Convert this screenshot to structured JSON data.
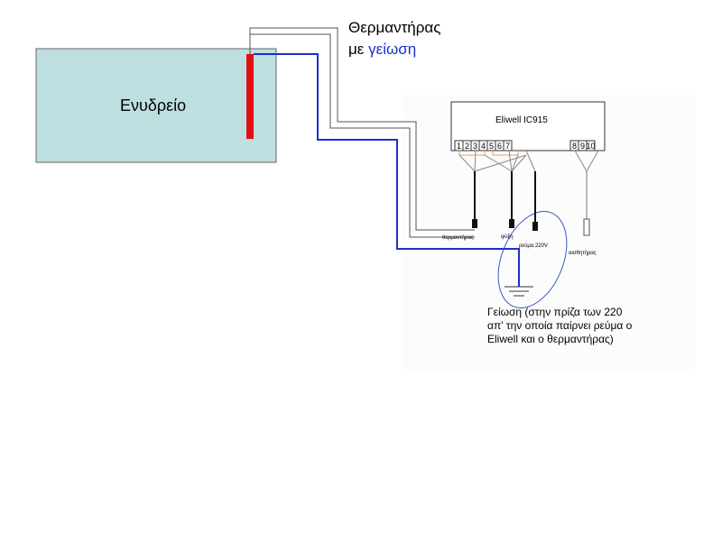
{
  "aquarium": {
    "label": "Ενυδρείο",
    "fill": "#bedfdf"
  },
  "heater_caption": {
    "line1": "Θερμαντήρας",
    "line2_prefix": "με ",
    "line2_highlight": "γείωση"
  },
  "controller": {
    "name": "Eliwell IC915",
    "terminals": [
      "1",
      "2",
      "3",
      "4",
      "5",
      "6",
      "7",
      "8",
      "9",
      "10"
    ]
  },
  "cable_labels": {
    "heater": "θερμαντήρας",
    "cooling": "ψύξη",
    "power": "ρεύμα 220V",
    "sensor": "αισθητήρας"
  },
  "ground_note": {
    "line1": "Γείωση (στην πρίζα των 220",
    "line2": "απ' την οποία παίρνει ρεύμα ο",
    "line3": "Eliwell και ο θερμαντήρας)"
  },
  "colors": {
    "heater_element": "#e01010",
    "ground_wire": "#1a2fd0",
    "heater_wire": "#555555",
    "jumper": "#e0a060",
    "ellipse": "#3b57c8"
  }
}
